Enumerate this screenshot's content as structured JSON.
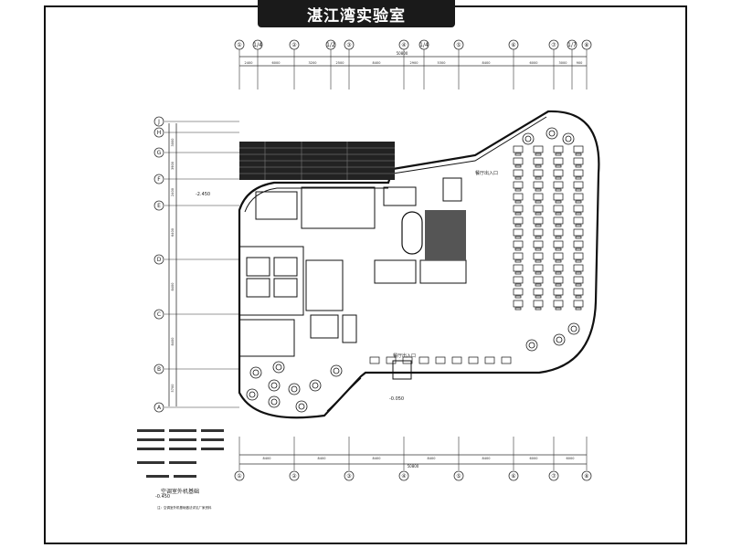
{
  "title": "湛江湾实验室",
  "top_axes": [
    "①",
    "1/4",
    "②",
    "1/2",
    "③",
    "④",
    "1/4",
    "⑤",
    "⑥",
    "⑦",
    "1/7",
    "⑧"
  ],
  "top_dims": [
    "2400",
    "6000",
    "3200",
    "2500",
    "8400",
    "2900",
    "5300",
    "8400",
    "6000",
    "3000",
    "900"
  ],
  "top_total": "50800",
  "bottom_axes": [
    "①",
    "②",
    "③",
    "④",
    "⑤",
    "⑥",
    "⑦",
    "⑧"
  ],
  "bottom_dims": [
    "8400",
    "8400",
    "8400",
    "8400",
    "8400",
    "6000",
    "6000"
  ],
  "bottom_total": "50800",
  "left_axes": [
    "J",
    "H",
    "G",
    "F",
    "E",
    "D",
    "C",
    "B",
    "A"
  ],
  "left_dims": [
    "3000",
    "3900",
    "2400",
    "6400",
    "8400",
    "8400",
    "5700"
  ],
  "labels": {
    "entry_top": "餐厅出入口",
    "entry_bottom": "餐厅出入口",
    "level_left": "-2.450",
    "level_bottom": "-0.450",
    "level_mid": "-0.050",
    "legend_title": "空调室外机基础",
    "note": "注：空调室外机基础做法详见厂家资料"
  }
}
